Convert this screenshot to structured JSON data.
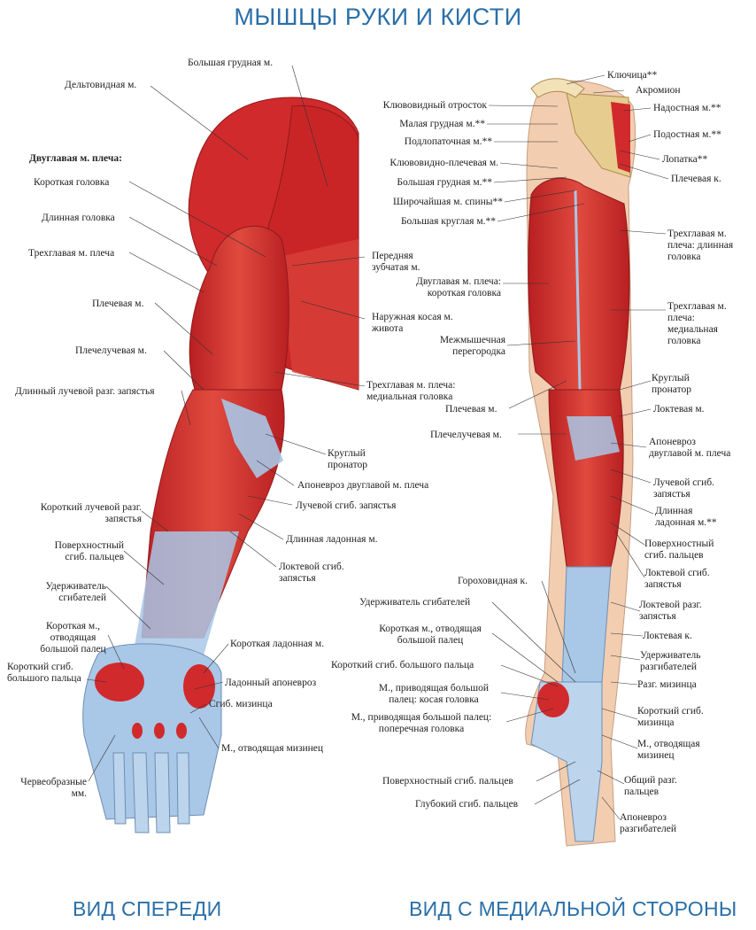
{
  "title": "МЫШЦЫ РУКИ И КИСТИ",
  "views": {
    "front": "ВИД СПЕРЕДИ",
    "medial": "ВИД С МЕДИАЛЬНОЙ СТОРОНЫ"
  },
  "labels_front": {
    "pectoralis_major": "Большая грудная м.",
    "deltoid": "Дельтовидная м.",
    "biceps": "Двуглавая м. плеча:",
    "short_head": "Короткая головка",
    "long_head": "Длинная головка",
    "triceps": "Трехглавая м. плеча",
    "brachialis": "Плечевая м.",
    "brachioradialis": "Плечелучевая м.",
    "ecrl": "Длинный лучевой разг. запястья",
    "serratus": "Передняя зубчатая м.",
    "ext_oblique": "Наружная косая м. живота",
    "triceps_medial": "Трехглавая м. плеча: медиальная головка",
    "pronator_teres": "Круглый пронатор",
    "bicipital_aponeurosis": "Апоневроз двуглавой м. плеча",
    "fcr": "Лучевой сгиб. запястья",
    "palmaris_longus": "Длинная ладонная м.",
    "fcu": "Локтевой сгиб. запястья",
    "ecrb": "Короткий лучевой разг. запястья",
    "fds": "Поверхностный сгиб. пальцев",
    "flexor_retinaculum": "Удерживатель сгибателей",
    "apb": "Короткая м., отводящая большой палец",
    "fpb": "Короткий сгиб. большого пальца",
    "palmaris_brevis": "Короткая ладонная м.",
    "palmar_aponeurosis": "Ладонный апоневроз",
    "fdm": "Сгиб. мизинца",
    "adm": "М., отводящая мизинец",
    "lumbricals": "Червеобразные мм."
  },
  "labels_medial": {
    "clavicle": "Ключица**",
    "acromion": "Акромион",
    "coracoid": "Клювовидный отросток",
    "supraspinatus": "Надостная м.**",
    "pec_minor": "Малая грудная м.**",
    "infraspinatus": "Подостная м.**",
    "subscapularis": "Подлопаточная м.**",
    "scapula": "Лопатка**",
    "coracobrachialis": "Клювовидно-плечевая м.",
    "humerus": "Плечевая к.",
    "pec_major": "Большая грудная м.**",
    "lat_dorsi": "Широчайшая м. спины**",
    "teres_major": "Большая круглая м.**",
    "triceps_long": "Трехглавая м. плеча: длинная головка",
    "biceps_short": "Двуглавая м. плеча: короткая головка",
    "triceps_medial": "Трехглавая м. плеча: медиальная головка",
    "septum": "Межмышечная перегородка",
    "pronator_teres": "Круглый пронатор",
    "brachialis": "Плечевая м.",
    "ulna": "Локтевая м.",
    "bicipital_aponeurosis": "Апоневроз двуглавой м. плеча",
    "brachioradialis": "Плечелучевая м.",
    "fcr": "Лучевой сгиб. запястья",
    "palmaris_longus": "Длинная ладонная м.**",
    "fds": "Поверхностный сгиб. пальцев",
    "fcu": "Локтевой сгиб. запястья",
    "pisiform": "Гороховидная к.",
    "ecu": "Локтевой разг. запястья",
    "flexor_retinaculum": "Удерживатель сгибателей",
    "ulna_bone": "Локтевая к.",
    "apb": "Короткая м., отводящая большой палец",
    "extensor_retinaculum": "Удерживатель разгибателей",
    "fpb": "Короткий сгиб. большого пальца",
    "edm": "Разг. мизинца",
    "add_oblique": "М., приводящая большой палец: косая головка",
    "fdm": "Короткий сгиб. мизинца",
    "add_transverse": "М., приводящая большой палец: поперечная головка",
    "adm": "М., отводящая мизинец",
    "fds2": "Поверхностный сгиб. пальцев",
    "edc": "Общий разг. пальцев",
    "fdp": "Глубокий сгиб. пальцев",
    "extensor_aponeurosis": "Апоневроз разгибателей"
  },
  "colors": {
    "title": "#2a6fa8",
    "muscle": "#d4282a",
    "muscle_dark": "#a81c1e",
    "tendon": "#a9c7e6",
    "bone": "#e7cc8f",
    "skin": "#f2cdb0"
  }
}
